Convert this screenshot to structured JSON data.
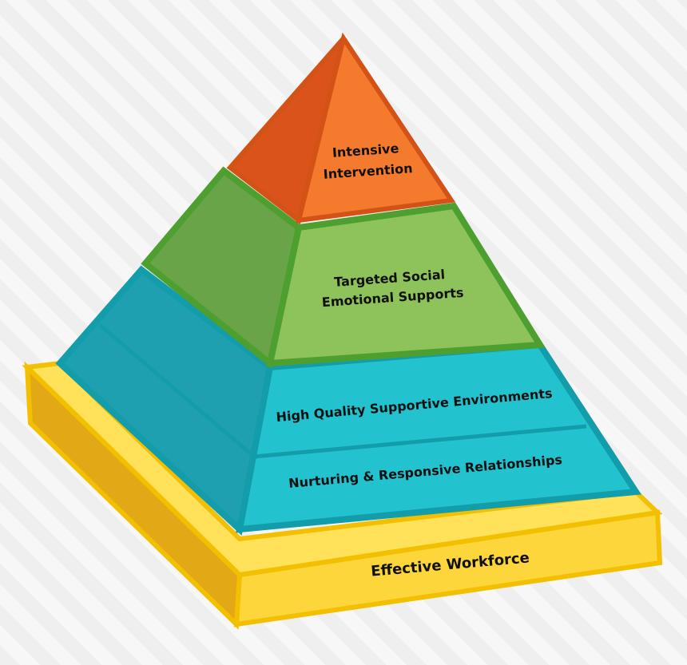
{
  "pyramid": {
    "tiers": [
      {
        "key": "intensive",
        "lines": [
          "Intensive",
          "Intervention"
        ],
        "color": "#f47a2e"
      },
      {
        "key": "targeted",
        "lines": [
          "Targeted Social",
          "Emotional Supports"
        ],
        "color": "#8ec25a"
      },
      {
        "key": "environments",
        "lines": [
          "High Quality Supportive Environments"
        ],
        "color": "#22c3cf"
      },
      {
        "key": "relationships",
        "lines": [
          "Nurturing & Responsive Relationships"
        ],
        "color": "#22c3cf"
      }
    ],
    "base": {
      "label": "Effective Workforce",
      "color": "#f7c51f"
    }
  }
}
